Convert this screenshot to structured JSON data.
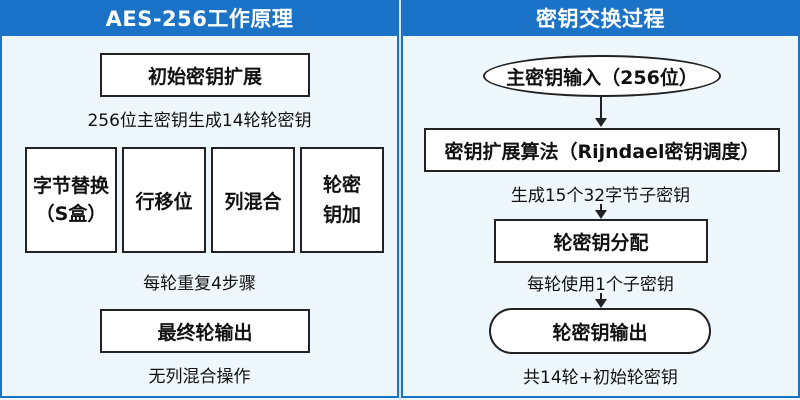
{
  "left_panel": {
    "title": "AES-256工作原理",
    "key_expansion": {
      "label": "初始密钥扩展",
      "note": "256位主密钥生成14轮轮密钥"
    },
    "steps": [
      {
        "line1": "字节替换",
        "line2": "（S盒）"
      },
      {
        "line1": "行移位",
        "line2": ""
      },
      {
        "line1": "列混合",
        "line2": ""
      },
      {
        "line1": "轮密",
        "line2": "钥加"
      }
    ],
    "steps_note": "每轮重复4步骤",
    "final_round": {
      "label": "最终轮输出",
      "note": "无列混合操作"
    }
  },
  "right_panel": {
    "title": "密钥交换过程",
    "master_key": {
      "label": "主密钥输入（256位）"
    },
    "expansion": {
      "label": "密钥扩展算法（Rijndael密钥调度）",
      "note": "生成15个32字节子密钥"
    },
    "distribution": {
      "label": "轮密钥分配",
      "note": "每轮使用1个子密钥"
    },
    "output": {
      "label": "轮密钥输出",
      "note": "共14轮+初始轮密钥"
    }
  },
  "colors": {
    "header": "#1a73c6",
    "background": "#eef7fc",
    "border": "#222222"
  }
}
